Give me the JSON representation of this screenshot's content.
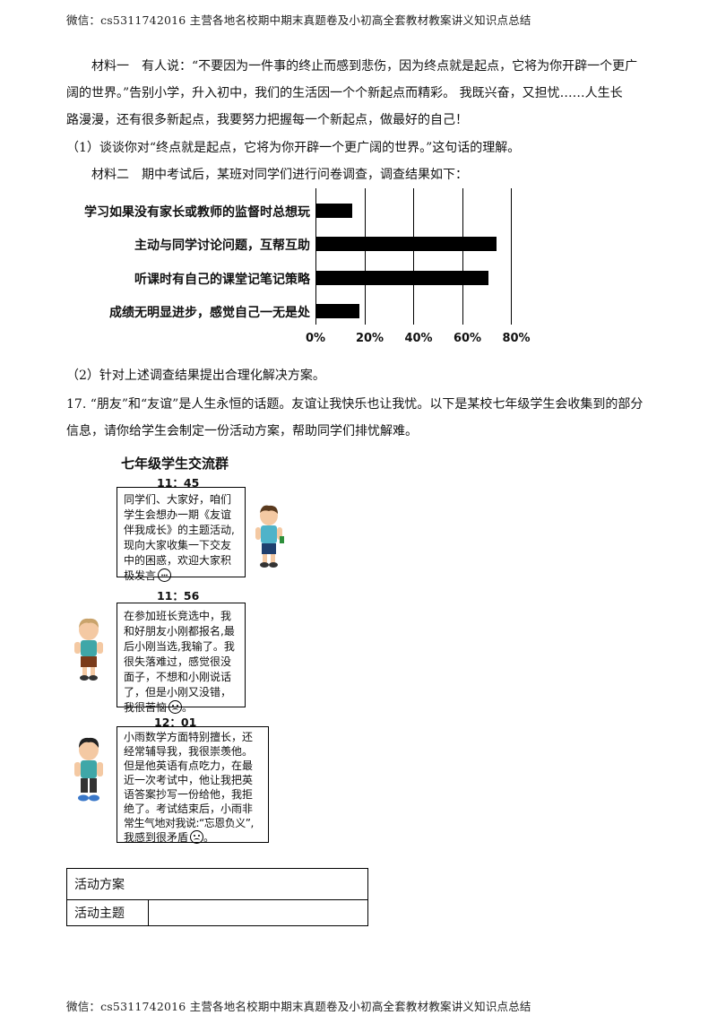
{
  "header": {
    "text": "微信：cs5311742016 主营各地名校期中期末真题卷及小初高全套教材教案讲义知识点总结"
  },
  "footer": {
    "text": "微信：cs5311742016 主营各地名校期中期末真题卷及小初高全套教材教案讲义知识点总结"
  },
  "material1": {
    "line1": "材料一　有人说：“不要因为一件事的终止而感到悲伤，因为终点就是起点，它将为你开辟一个更广",
    "line2": "阔的世界。”告别小学，升入初中，我们的生活因一个个新起点而精彩。 我既兴奋，又担忧……人生长",
    "line3": "路漫漫，还有很多新起点，我要努力把握每一个新起点，做最好的自己！"
  },
  "q1": "（1）谈谈你对“终点就是起点，它将为你开辟一个更广阔的世界。”这句话的理解。",
  "material2": "材料二　期中考试后，某班对同学们进行问卷调查，调查结果如下：",
  "chart_data": {
    "type": "bar",
    "orientation": "horizontal",
    "categories": [
      "学习如果没有家长或教师的监督时总想玩",
      "主动与同学讨论问题，互帮互助",
      "听课时有自己的课堂记笔记策略",
      "成绩无明显进步，感觉自己一无是处"
    ],
    "values": [
      15,
      74,
      71,
      18
    ],
    "xlim": [
      0,
      80
    ],
    "xticks": [
      "0%",
      "20%",
      "40%",
      "60%",
      "80%"
    ],
    "grid": true,
    "bar_color": "#000000"
  },
  "q2": "（2）针对上述调查结果提出合理化解决方案。",
  "q17": {
    "line1": "17. “朋友”和“友谊”是人生永恒的话题。友谊让我快乐也让我忧。以下是某校七年级学生会收集到的部分",
    "line2": "信息，请你给学生会制定一份活动方案，帮助同学们排忧解难。"
  },
  "chat": {
    "title": "七年级学生交流群",
    "messages": [
      {
        "time": "11：45",
        "lines": [
          "同学们、大家好，咱们",
          "学生会想办一期《友谊",
          "伴我成长》的主题活动,",
          "现向大家收集一下交友",
          "中的困惑，欢迎大家积",
          "极发言"
        ]
      },
      {
        "time": "11：56",
        "lines": [
          "在参加班长竞选中，我",
          "和好朋友小刚都报名,最",
          "后小刚当选,我输了。我",
          "很失落难过，感觉很没",
          "面子，不想和小刚说话",
          "了，但是小刚又没错，",
          "我很苦恼"
        ]
      },
      {
        "time": "12：01",
        "lines": [
          "小雨数学方面特别擅长，还",
          "经常辅导我，我很崇羡他。",
          "但是他英语有点吃力，在最",
          "近一次考试中，他让我把英",
          "语答案抄写一份给他，我拒",
          "绝了。考试结束后，小雨非",
          "常生气地对我说:“忘恩负义”,",
          "我感到很矛盾"
        ]
      }
    ]
  },
  "plan_table": {
    "header": "活动方案",
    "row_label": "活动主题",
    "row_value": ""
  }
}
